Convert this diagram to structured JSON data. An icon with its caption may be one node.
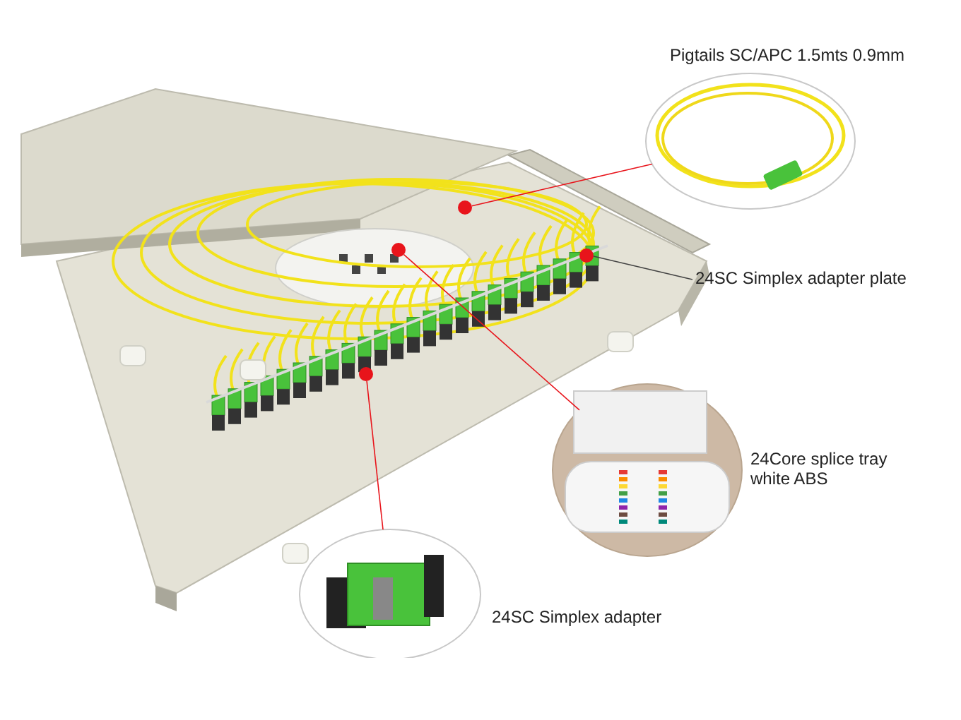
{
  "diagram": {
    "nodes": [
      {
        "text": [],
        "shape": "picture"
      },
      {
        "text": [],
        "shape": "circle",
        "in": 0
      },
      {
        "text": [],
        "shape": "circle",
        "in": 0
      },
      {
        "text": [],
        "shape": "circle",
        "in": 0
      },
      {
        "text": [],
        "shape": "circle",
        "in": 0
      },
      {
        "text": [
          "Pigtails SC/APC 1.5mts 0.9mm"
        ]
      },
      {
        "text": [
          "24SC Simplex adapter plate"
        ]
      },
      {
        "text": [
          "24Core splice tray white ABS"
        ]
      },
      {
        "text": [
          "24SC Simplex adapter"
        ]
      }
    ],
    "edges": [
      {
        "from": 1,
        "to": 5,
        "arrow": "none"
      },
      {
        "from": 2,
        "to": 7,
        "arrow": "none"
      },
      {
        "from": 3,
        "to": 6,
        "arrow": "none",
        "color": "#444444"
      },
      {
        "from": 4,
        "to": 8,
        "arrow": "none"
      }
    ]
  }
}
